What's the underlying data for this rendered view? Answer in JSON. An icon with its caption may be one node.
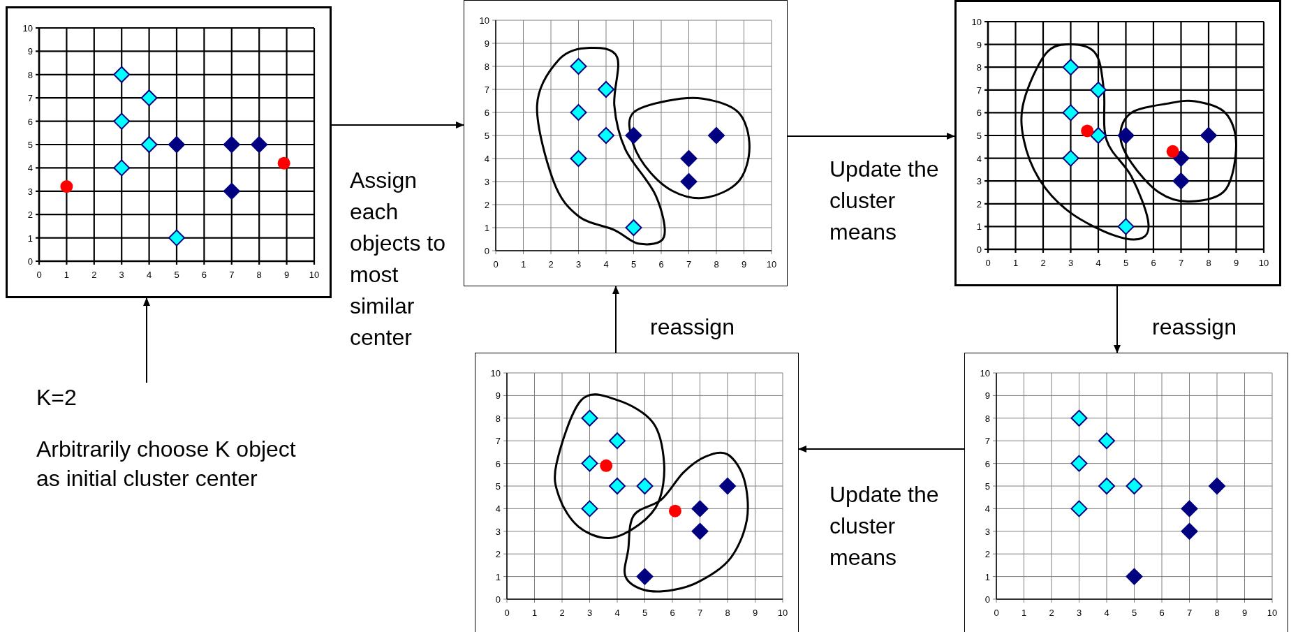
{
  "diagram": {
    "nodes": [
      {
        "text": [],
        "shape": "box"
      },
      {
        "text": [],
        "shape": "box"
      },
      {
        "text": [],
        "shape": "box"
      },
      {
        "text": [
          "K=2",
          "Arbitrarily choose K object as initial cluster center"
        ]
      },
      {
        "text": [],
        "shape": "box"
      },
      {
        "text": [],
        "shape": "box"
      }
    ],
    "edges": [
      {
        "from": 3,
        "to": 0,
        "arrow": "to"
      },
      {
        "from": 0,
        "to": 1,
        "arrow": "to",
        "label": "Assign each objects to most similar center"
      },
      {
        "from": 1,
        "to": 2,
        "arrow": "to",
        "label": "Update the cluster means"
      },
      {
        "from": 2,
        "to": 5,
        "arrow": "to",
        "label": "reassign"
      },
      {
        "from": 5,
        "to": 4,
        "arrow": "to",
        "label": "Update the cluster means"
      },
      {
        "from": 4,
        "to": 1,
        "arrow": "to",
        "label": "reassign"
      }
    ],
    "chart_data": [
      {
        "type": "scatter",
        "x": [
          3,
          3,
          3,
          4,
          4,
          5,
          5,
          7,
          8,
          7,
          1,
          8.9
        ],
        "grid": true,
        "xlim": [
          0,
          10
        ],
        "ylim": [
          0,
          10
        ],
        "xticks": [
          0,
          1,
          2,
          3,
          4,
          5,
          6,
          7,
          8,
          9,
          10
        ],
        "yticks": [
          0,
          1,
          2,
          3,
          4,
          5,
          6,
          7,
          8,
          9,
          10
        ],
        "series": [
          {
            "color": "#00ffff",
            "values": [
              8,
              6,
              4,
              7,
              5,
              1,
              null,
              null,
              null,
              null,
              null,
              null
            ]
          },
          {
            "color": "#000080",
            "values": [
              null,
              null,
              null,
              null,
              null,
              null,
              5,
              5,
              5,
              3,
              null,
              null
            ]
          },
          {
            "color": "#ff0000",
            "values": [
              null,
              null,
              null,
              null,
              null,
              null,
              null,
              null,
              null,
              null,
              3.2,
              4.2
            ]
          }
        ]
      },
      {
        "type": "scatter",
        "x": [
          3,
          3,
          3,
          4,
          4,
          5,
          5,
          7,
          7,
          8
        ],
        "grid": true,
        "xlim": [
          0,
          10
        ],
        "ylim": [
          0,
          10
        ],
        "xticks": [
          0,
          1,
          2,
          3,
          4,
          5,
          6,
          7,
          8,
          9,
          10
        ],
        "yticks": [
          0,
          1,
          2,
          3,
          4,
          5,
          6,
          7,
          8,
          9,
          10
        ],
        "series": [
          {
            "color": "#00ffff",
            "values": [
              8,
              6,
              4,
              7,
              5,
              1,
              null,
              null,
              null,
              null
            ]
          },
          {
            "color": "#000080",
            "values": [
              null,
              null,
              null,
              null,
              null,
              null,
              5,
              4,
              3,
              5
            ]
          }
        ]
      },
      {
        "type": "scatter",
        "x": [
          3,
          3,
          3,
          4,
          4,
          5,
          5,
          7,
          7,
          8,
          3.6,
          6.7
        ],
        "grid": true,
        "xlim": [
          0,
          10
        ],
        "ylim": [
          0,
          10
        ],
        "xticks": [
          0,
          1,
          2,
          3,
          4,
          5,
          6,
          7,
          8,
          9,
          10
        ],
        "yticks": [
          0,
          1,
          2,
          3,
          4,
          5,
          6,
          7,
          8,
          9,
          10
        ],
        "series": [
          {
            "color": "#00ffff",
            "values": [
              8,
              6,
              4,
              7,
              5,
              1,
              null,
              null,
              null,
              null,
              null,
              null
            ]
          },
          {
            "color": "#000080",
            "values": [
              null,
              null,
              null,
              null,
              null,
              null,
              5,
              4,
              3,
              5,
              null,
              null
            ]
          },
          {
            "color": "#ff0000",
            "values": [
              null,
              null,
              null,
              null,
              null,
              null,
              null,
              null,
              null,
              null,
              5.2,
              4.3
            ]
          }
        ]
      },
      {
        "type": "scatter",
        "x": [
          3,
          3,
          3,
          4,
          4,
          5,
          7,
          7,
          8,
          5,
          3.6,
          6.1
        ],
        "grid": true,
        "xlim": [
          0,
          10
        ],
        "ylim": [
          0,
          10
        ],
        "xticks": [
          0,
          1,
          2,
          3,
          4,
          5,
          6,
          7,
          8,
          9,
          10
        ],
        "yticks": [
          0,
          1,
          2,
          3,
          4,
          5,
          6,
          7,
          8,
          9,
          10
        ],
        "series": [
          {
            "color": "#00ffff",
            "values": [
              8,
              6,
              4,
              7,
              5,
              5,
              null,
              null,
              null,
              null,
              null,
              null
            ]
          },
          {
            "color": "#000080",
            "values": [
              null,
              null,
              null,
              null,
              null,
              null,
              4,
              3,
              5,
              1,
              null,
              null
            ]
          },
          {
            "color": "#ff0000",
            "values": [
              null,
              null,
              null,
              null,
              null,
              null,
              null,
              null,
              null,
              null,
              5.9,
              3.9
            ]
          }
        ]
      },
      {
        "type": "scatter",
        "x": [
          3,
          3,
          3,
          4,
          4,
          5,
          7,
          7,
          8,
          5
        ],
        "grid": true,
        "xlim": [
          0,
          10
        ],
        "ylim": [
          0,
          10
        ],
        "xticks": [
          0,
          1,
          2,
          3,
          4,
          5,
          6,
          7,
          8,
          9,
          10
        ],
        "yticks": [
          0,
          1,
          2,
          3,
          4,
          5,
          6,
          7,
          8,
          9,
          10
        ],
        "series": [
          {
            "color": "#00ffff",
            "values": [
              8,
              6,
              4,
              7,
              5,
              5,
              null,
              null,
              null,
              null
            ]
          },
          {
            "color": "#000080",
            "values": [
              null,
              null,
              null,
              null,
              null,
              null,
              4,
              3,
              5,
              1
            ]
          }
        ]
      }
    ]
  }
}
